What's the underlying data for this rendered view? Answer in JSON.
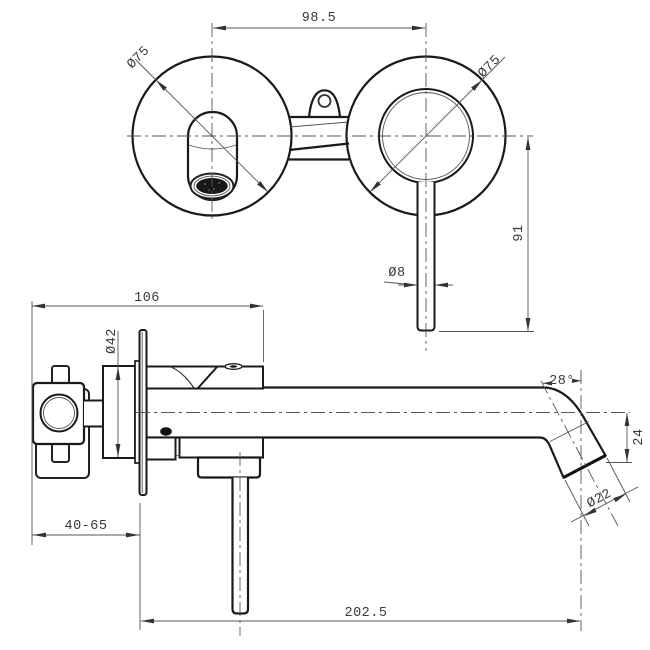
{
  "views": {
    "front": {
      "dims": {
        "center_distance": "98.5",
        "left_escutcheon_diameter": "Ø75",
        "right_escutcheon_diameter": "Ø75",
        "handle_drop": "91",
        "handle_rod_diameter": "Ø8"
      }
    },
    "side": {
      "dims": {
        "projection_width": "106",
        "trim_ring_diameter": "Ø42",
        "wall_depth_range": "40-65",
        "spout_angle": "28°",
        "outlet_drop": "24",
        "spout_tube_diameter": "Ø22",
        "spout_reach": "202.5"
      }
    }
  }
}
